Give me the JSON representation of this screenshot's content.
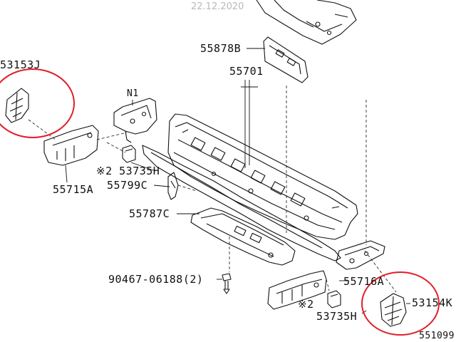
{
  "date_stamp": "22.12.2020",
  "labels": {
    "p55878b": "55878B",
    "p55701": "55701",
    "p53153j": "53153J",
    "n1": "N1",
    "p53735h_top": "※2 53735H",
    "p55799c": "55799C",
    "p55715a": "55715A",
    "p55787c": "55787C",
    "p90467": "90467-06188(2)",
    "p55716a": "55716A",
    "mark2": "※2",
    "p53735h_bottom": "53735H",
    "p53154k": "53154K",
    "p5510": "551099"
  },
  "annotation_color": "#e0202a"
}
